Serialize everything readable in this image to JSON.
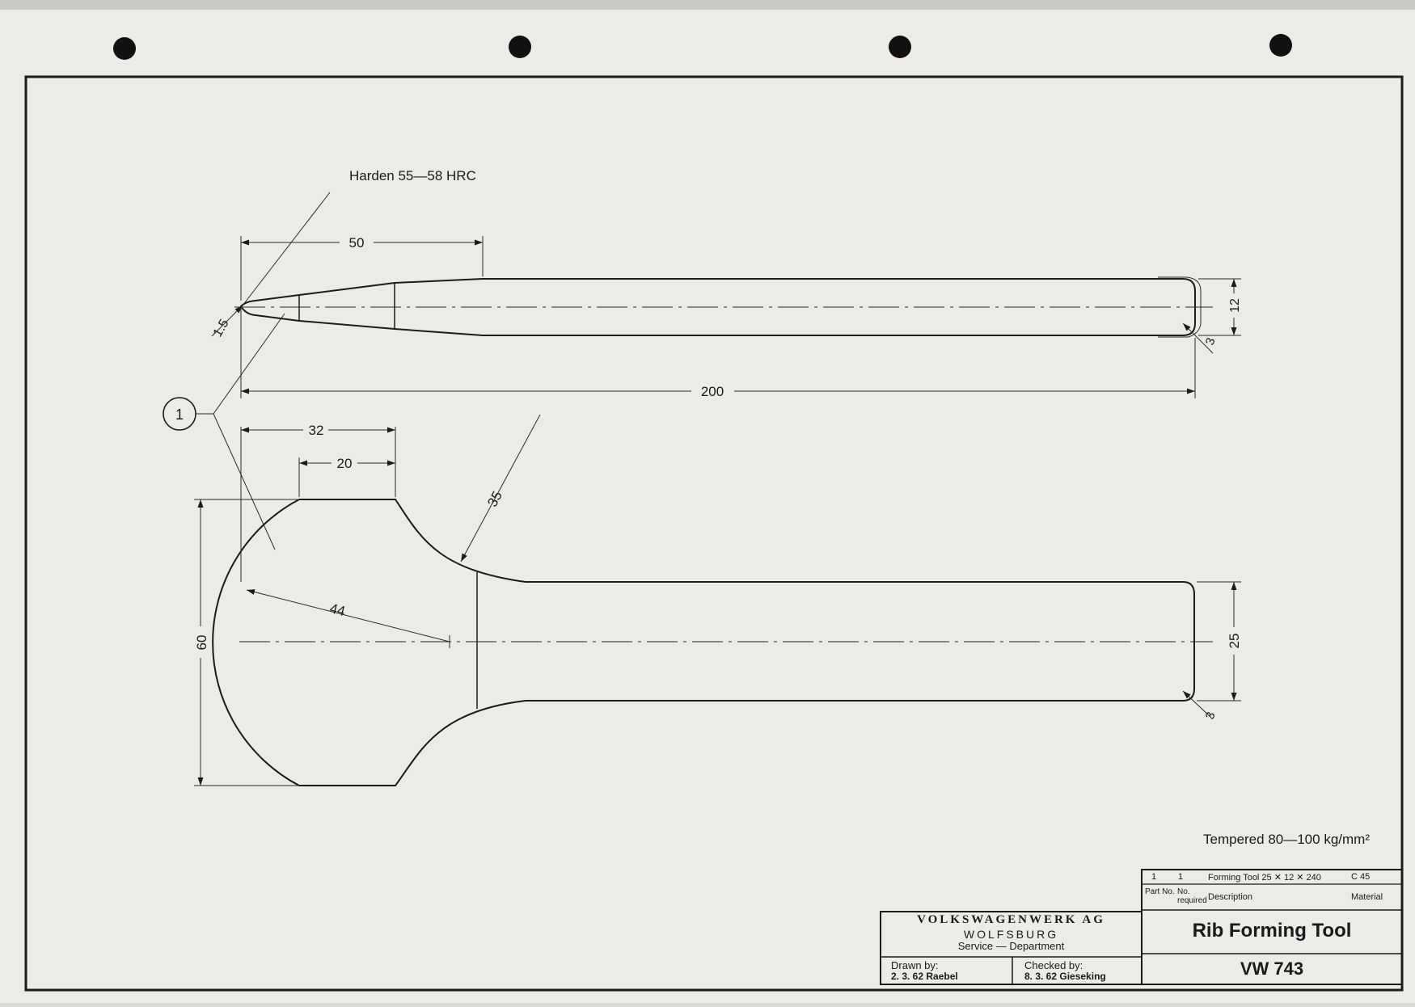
{
  "drawing": {
    "notes": {
      "harden": "Harden 55—58 HRC",
      "tempered": "Tempered 80—100 kg/mm²",
      "item_balloon": "1"
    },
    "dimensions": {
      "top_view": [
        "50",
        "1.5",
        "12",
        "3",
        "200"
      ],
      "side_view": [
        "32",
        "20",
        "35",
        "44",
        "60",
        "25",
        "3"
      ]
    }
  },
  "title_block": {
    "company": "VOLKSWAGENWERK AG",
    "city": "WOLFSBURG",
    "department": "Service — Department",
    "drawn_label": "Drawn by:",
    "drawn_value": "2. 3. 62 Raebel",
    "checked_label": "Checked by:",
    "checked_value": "8. 3. 62 Gieseking",
    "parts_row": {
      "part_no": "1",
      "no_required": "1",
      "description": "Forming Tool 25 ✕ 12 ✕ 240",
      "material": "C 45"
    },
    "headers": {
      "part_no": "Part No.",
      "no_required": "No. required",
      "description": "Description",
      "material": "Material"
    },
    "title": "Rib Forming Tool",
    "number": "VW 743"
  }
}
